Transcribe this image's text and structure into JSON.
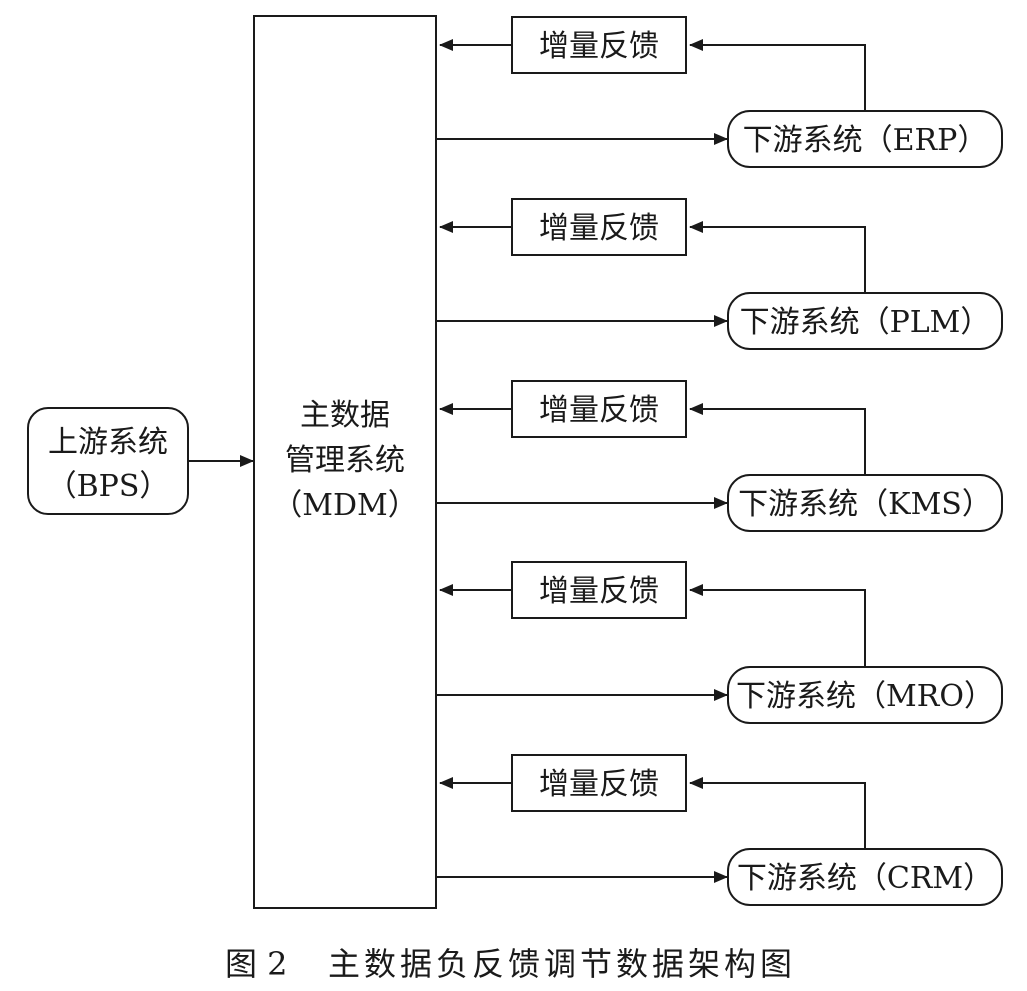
{
  "upstream": {
    "line1": "上游系统",
    "line2": "（BPS）"
  },
  "mdm": {
    "line1": "主数据",
    "line2": "管理系统",
    "line3": "（MDM）"
  },
  "feedback_label": "增量反馈",
  "downstream": [
    {
      "label": "下游系统（ERP）"
    },
    {
      "label": "下游系统（PLM）"
    },
    {
      "label": "下游系统（KMS）"
    },
    {
      "label": "下游系统（MRO）"
    },
    {
      "label": "下游系统（CRM）"
    }
  ],
  "caption": {
    "figure_no": "图 2",
    "title": "主数据负反馈调节数据架构图"
  }
}
